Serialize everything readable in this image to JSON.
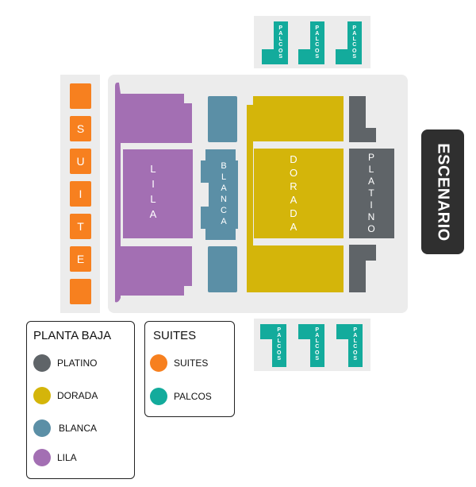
{
  "stage": {
    "label": "ESCENARIO"
  },
  "sections": {
    "suite": {
      "letters": [
        "S",
        "U",
        "I",
        "T",
        "E"
      ]
    },
    "lila": {
      "letters": [
        "L",
        "I",
        "L",
        "A"
      ]
    },
    "blanca": {
      "letters": [
        "B",
        "L",
        "A",
        "N",
        "C",
        "A"
      ]
    },
    "dorada": {
      "letters": [
        "D",
        "O",
        "R",
        "A",
        "D",
        "A"
      ]
    },
    "platino": {
      "letters": [
        "P",
        "L",
        "A",
        "T",
        "I",
        "N",
        "O"
      ]
    },
    "palcos": {
      "letters": [
        "P",
        "A",
        "L",
        "C",
        "O",
        "S"
      ]
    }
  },
  "legend": {
    "planta_baja": {
      "title": "PLANTA BAJA",
      "items": [
        {
          "label": "PLATINO",
          "color": "#5f6468"
        },
        {
          "label": "DORADA",
          "color": "#d4b50a"
        },
        {
          "label": "BLANCA",
          "color": "#5b8fa6"
        },
        {
          "label": "LILA",
          "color": "#a36fb3"
        }
      ]
    },
    "suites": {
      "title": "SUITES",
      "items": [
        {
          "label": "SUITES",
          "color": "#f7801f"
        },
        {
          "label": "PALCOS",
          "color": "#13ab9c"
        }
      ]
    }
  },
  "colors": {
    "platino": "#5f6468",
    "dorada": "#d4b50a",
    "blanca": "#5b8fa6",
    "lila": "#a36fb3",
    "suite": "#f7801f",
    "palco": "#13ab9c",
    "stage": "#2f2f2f",
    "background_panel": "#ececec"
  }
}
